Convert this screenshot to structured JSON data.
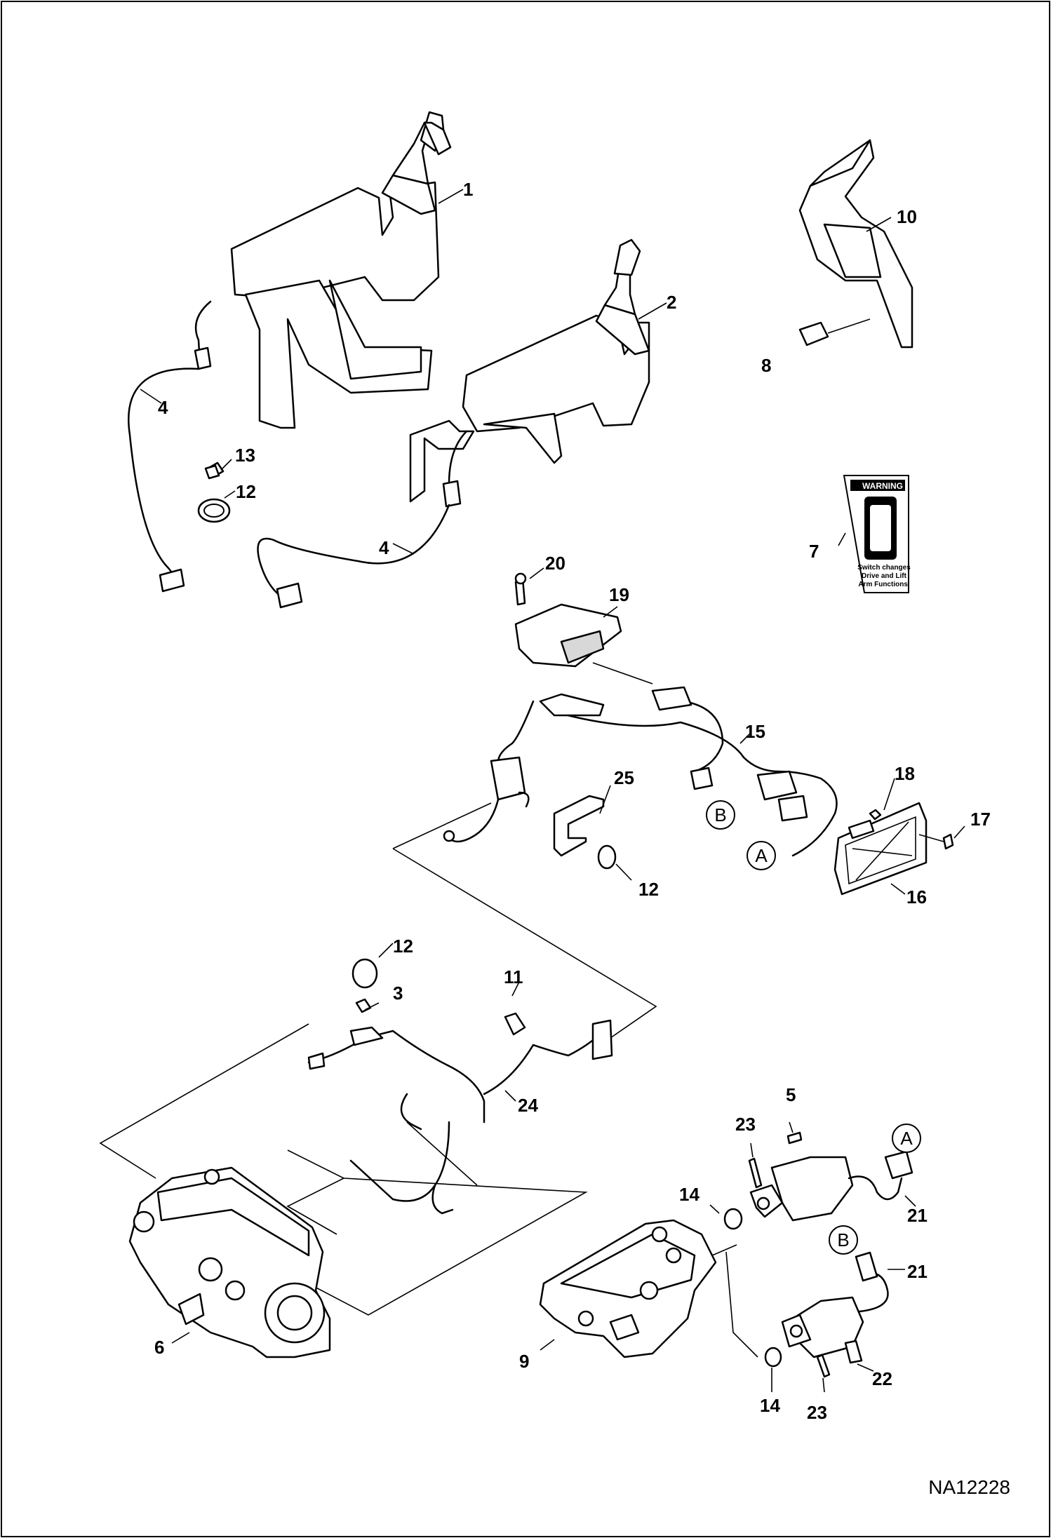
{
  "figure_id": "NA12228",
  "decal": {
    "header": "WARNING",
    "lines": [
      "Switch changes",
      "Drive and Lift",
      "Arm Functions."
    ]
  },
  "callouts": [
    {
      "key": "p1",
      "label": "1"
    },
    {
      "key": "p2",
      "label": "2"
    },
    {
      "key": "p3",
      "label": "3"
    },
    {
      "key": "p4a",
      "label": "4"
    },
    {
      "key": "p4b",
      "label": "4"
    },
    {
      "key": "p5",
      "label": "5"
    },
    {
      "key": "p6",
      "label": "6"
    },
    {
      "key": "p7",
      "label": "7"
    },
    {
      "key": "p8",
      "label": "8"
    },
    {
      "key": "p9",
      "label": "9"
    },
    {
      "key": "p10",
      "label": "10"
    },
    {
      "key": "p11",
      "label": "11"
    },
    {
      "key": "p12a",
      "label": "12"
    },
    {
      "key": "p12b",
      "label": "12"
    },
    {
      "key": "p12c",
      "label": "12"
    },
    {
      "key": "p13",
      "label": "13"
    },
    {
      "key": "p14a",
      "label": "14"
    },
    {
      "key": "p14b",
      "label": "14"
    },
    {
      "key": "p15",
      "label": "15"
    },
    {
      "key": "p16",
      "label": "16"
    },
    {
      "key": "p17",
      "label": "17"
    },
    {
      "key": "p18",
      "label": "18"
    },
    {
      "key": "p19",
      "label": "19"
    },
    {
      "key": "p20",
      "label": "20"
    },
    {
      "key": "p21a",
      "label": "21"
    },
    {
      "key": "p21b",
      "label": "21"
    },
    {
      "key": "p22",
      "label": "22"
    },
    {
      "key": "p23a",
      "label": "23"
    },
    {
      "key": "p23b",
      "label": "23"
    },
    {
      "key": "p24",
      "label": "24"
    },
    {
      "key": "p25",
      "label": "25"
    }
  ],
  "references": [
    {
      "key": "refA1",
      "letter": "A"
    },
    {
      "key": "refA2",
      "letter": "A"
    },
    {
      "key": "refB1",
      "letter": "B"
    },
    {
      "key": "refB2",
      "letter": "B"
    }
  ]
}
